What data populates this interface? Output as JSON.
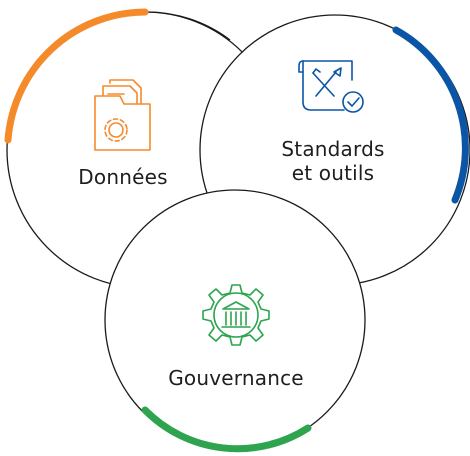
{
  "diagram": {
    "circles": [
      {
        "id": "donnees",
        "label": "Données",
        "icon": "folder-gear-icon",
        "accent_color": "#F58A2B"
      },
      {
        "id": "standards",
        "label_lines": [
          "Standards",
          "et outils"
        ],
        "icon": "tools-document-check-icon",
        "accent_color": "#0B55A6"
      },
      {
        "id": "gouvernance",
        "label": "Gouvernance",
        "icon": "building-gear-icon",
        "accent_color": "#2EA44F"
      }
    ],
    "outline_color": "#1a1a1a"
  }
}
